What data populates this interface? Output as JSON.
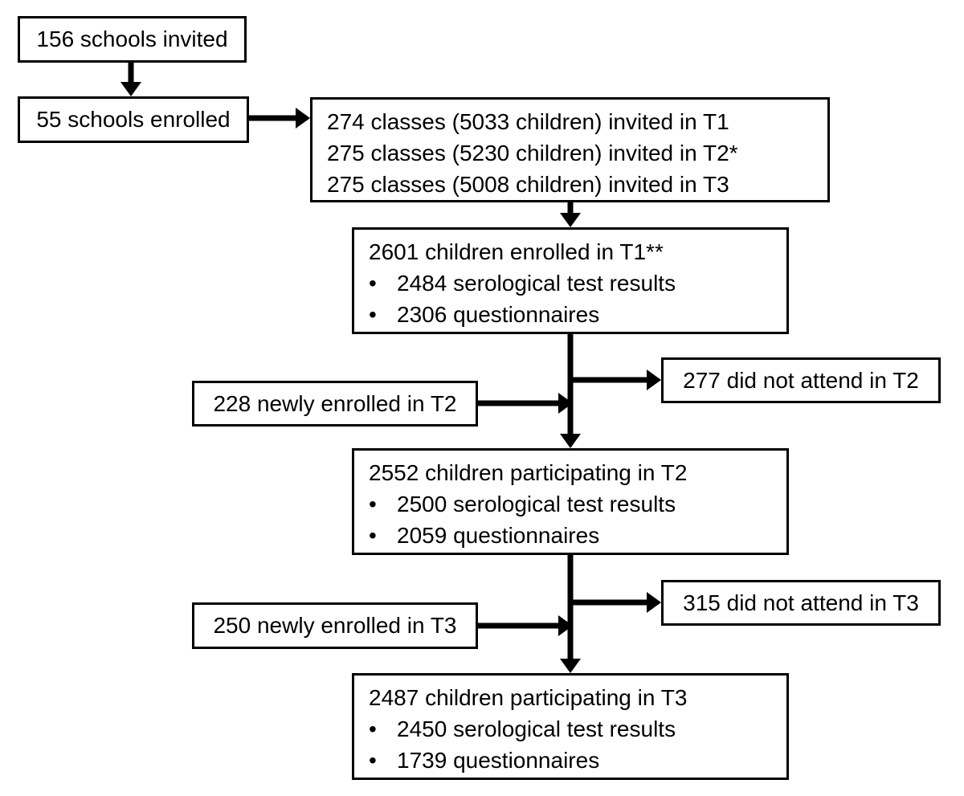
{
  "flow": {
    "schools_invited": {
      "label": "156 schools invited"
    },
    "schools_enrolled": {
      "label": "55 schools enrolled"
    },
    "classes_invited": {
      "lines": [
        "274 classes (5033 children) invited in T1",
        "275 classes (5230 children) invited in T2*",
        "275 classes (5008 children) invited in T3"
      ]
    },
    "enrolled_t1": {
      "title": "2601 children enrolled in T1**",
      "bullets": [
        "2484 serological test results",
        "2306 questionnaires"
      ]
    },
    "newly_enrolled_t2": {
      "label": "228 newly enrolled in T2"
    },
    "did_not_attend_t2": {
      "label": "277 did not attend in T2"
    },
    "participating_t2": {
      "title": "2552 children participating in T2",
      "bullets": [
        "2500 serological test results",
        "2059 questionnaires"
      ]
    },
    "newly_enrolled_t3": {
      "label": "250 newly enrolled in T3"
    },
    "did_not_attend_t3": {
      "label": "315 did not attend in T3"
    },
    "participating_t3": {
      "title": "2487 children participating in T3",
      "bullets": [
        "2450 serological test results",
        "1739 questionnaires"
      ]
    },
    "bullet": "•",
    "colors": {
      "ink": "#000000",
      "background": "#ffffff"
    }
  }
}
